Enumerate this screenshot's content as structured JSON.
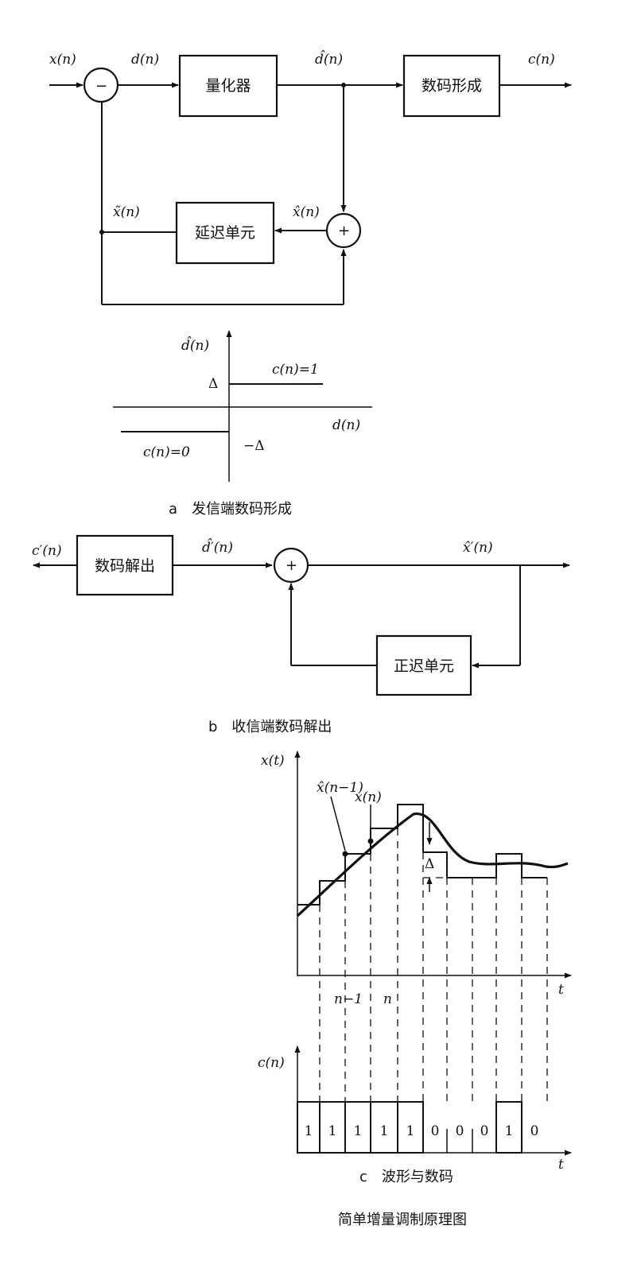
{
  "diagram_a": {
    "input_label": "x(n)",
    "diff_label": "d(n)",
    "quantized_label": "d̂(n)",
    "output_label": "c(n)",
    "quantizer": "量化器",
    "encoder": "数码形成",
    "delay": "延迟单元",
    "pred_label": "x̃(n)",
    "recon_label": "x̂(n)",
    "subtract_sign": "−",
    "add_sign": "+"
  },
  "quant_char": {
    "y_label": "d̂(n)",
    "x_label": "d(n)",
    "pos_level": "Δ",
    "neg_level": "−Δ",
    "pos_code": "c(n)=1",
    "neg_code": "c(n)=0",
    "caption": "a　发信端数码形成"
  },
  "diagram_b": {
    "input_label": "c′(n)",
    "decoder": "数码解出",
    "decoded_label": "d̂′(n)",
    "output_label": "x̂′(n)",
    "delay": "正迟单元",
    "add_sign": "+",
    "caption": "b　收信端数码解出"
  },
  "waveform": {
    "y_label": "x(t)",
    "t_label": "t",
    "prev_label": "x̂(n−1)",
    "xn_label": "x(n)",
    "delta_label": "Δ",
    "n_minus_1": "n−1",
    "n": "n",
    "c_label": "c(n)",
    "c_t_label": "t",
    "caption": "c　波形与数码"
  },
  "chart_data": {
    "type": "line",
    "title": "简单增量调制原理图",
    "series": [
      {
        "name": "c(n)",
        "values": [
          1,
          1,
          1,
          1,
          1,
          0,
          0,
          0,
          1,
          0
        ]
      }
    ]
  }
}
